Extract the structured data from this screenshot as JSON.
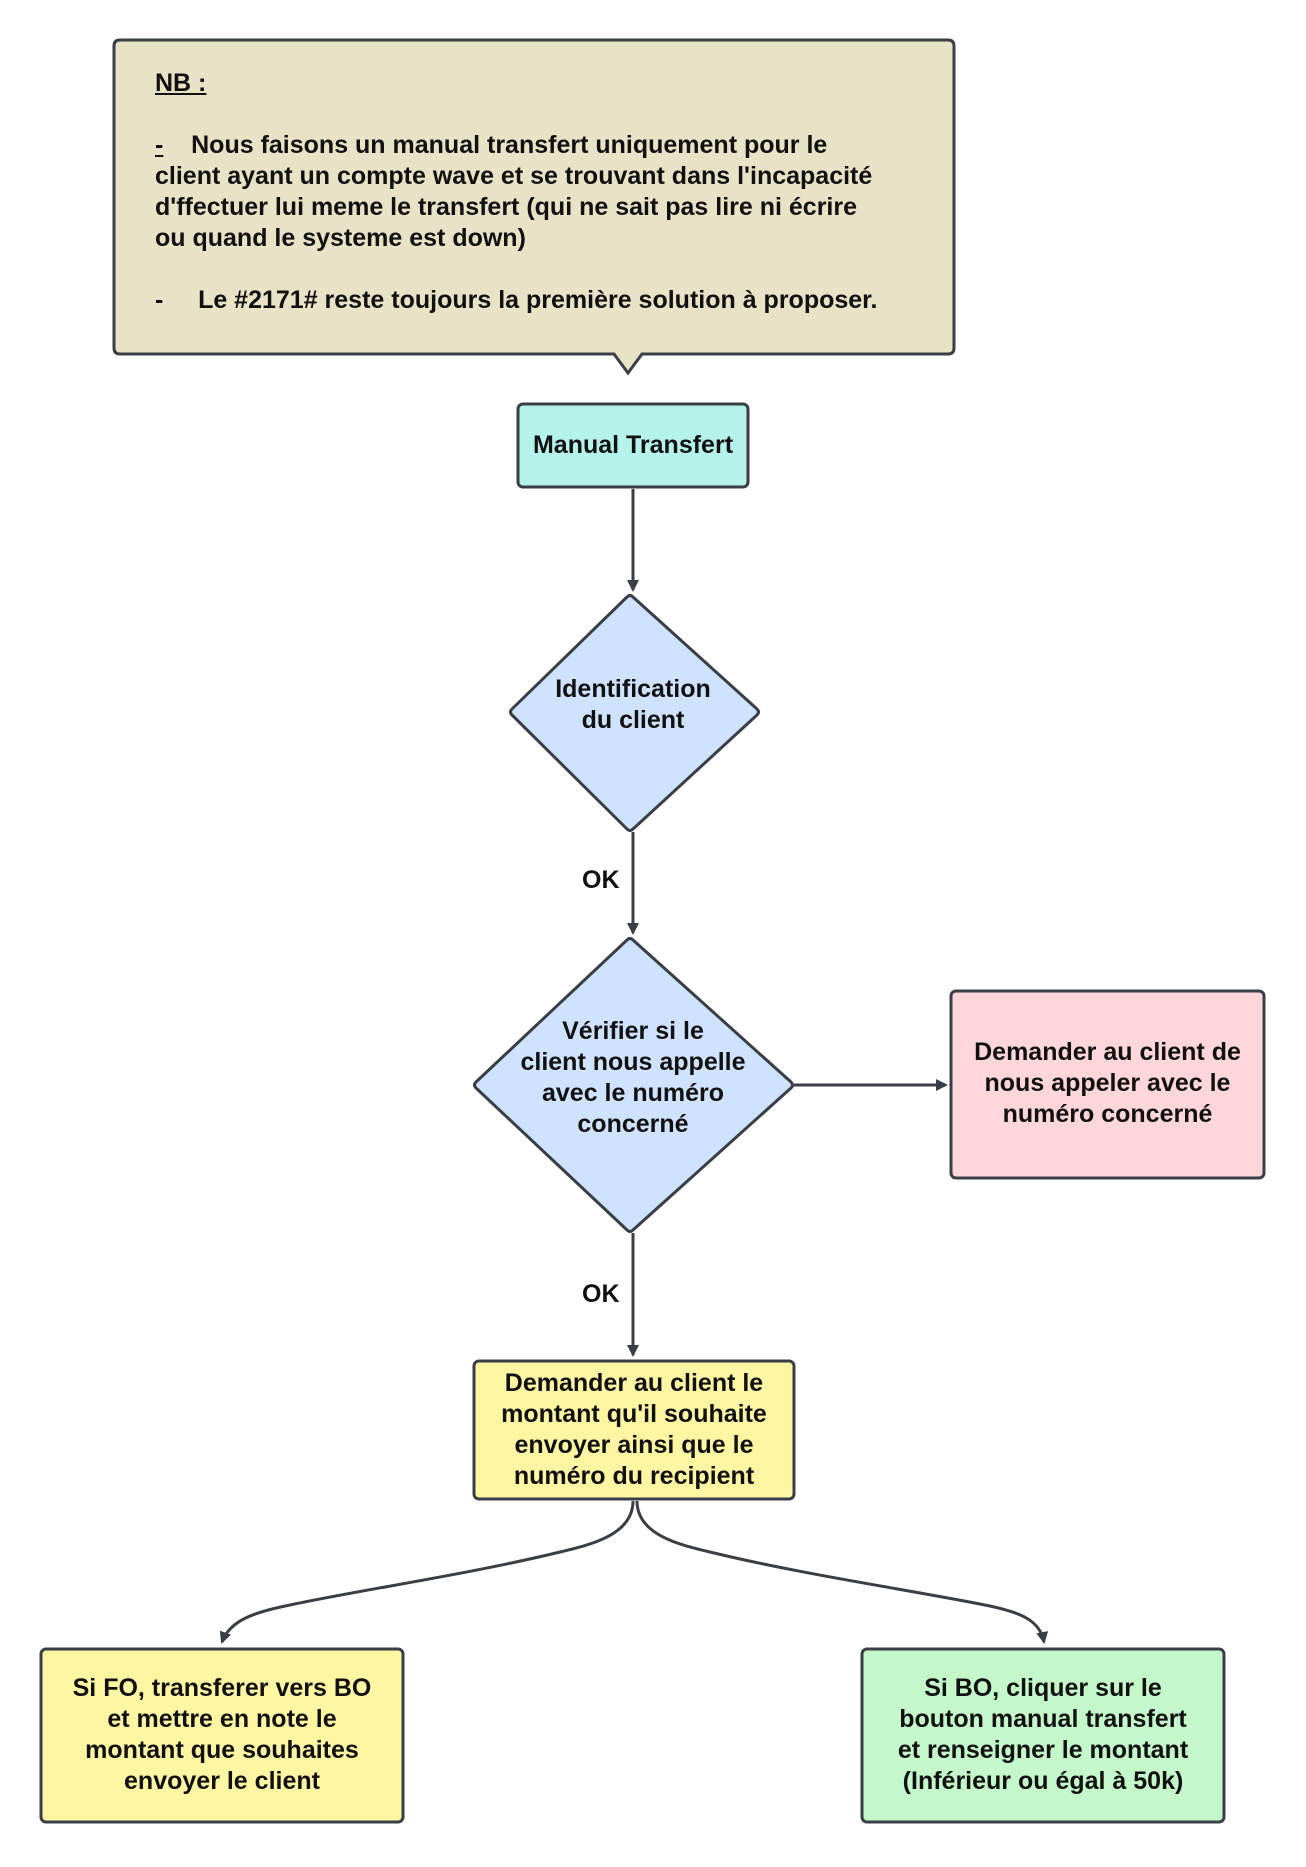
{
  "note": {
    "title": "NB :",
    "bullet1_dash": "-",
    "bullet1_lines": [
      "Nous faisons un manual transfert uniquement pour le",
      "client ayant un compte wave et  se trouvant dans l'incapacité",
      "d'ffectuer lui meme le transfert (qui ne sait pas  lire ni écrire",
      "ou quand le systeme est down)"
    ],
    "bullet2_dash": "-",
    "bullet2": "Le #2171# reste toujours la première solution à proposer."
  },
  "nodes": {
    "start": "Manual Transfert",
    "identification": [
      "Identification",
      "du client"
    ],
    "verify": [
      "Vérifier si le",
      "client nous appelle",
      "avec le numéro",
      "concerné"
    ],
    "ask_call": [
      "Demander au client de",
      "nous appeler avec le",
      "numéro concerné"
    ],
    "ask_amount": [
      "Demander au client le",
      "montant qu'il souhaite",
      "envoyer ainsi que le",
      "numéro du recipient"
    ],
    "fo": [
      "Si FO, transferer vers BO",
      "et mettre en note le",
      "montant que souhaites",
      "envoyer le client"
    ],
    "bo": [
      "Si BO, cliquer sur le",
      "bouton manual transfert",
      "et renseigner le montant",
      "(Inférieur ou égal à 50k)"
    ]
  },
  "edges": {
    "ok1": "OK",
    "ok2": "OK"
  },
  "colors": {
    "note_fill": "#e8e2c6",
    "start_fill": "#b5f2ea",
    "decision_fill": "#cfe2ff",
    "alert_fill": "#ffd6d9",
    "action_fill": "#fff6a3",
    "success_fill": "#c4f7c9",
    "stroke": "#3a3f47"
  }
}
